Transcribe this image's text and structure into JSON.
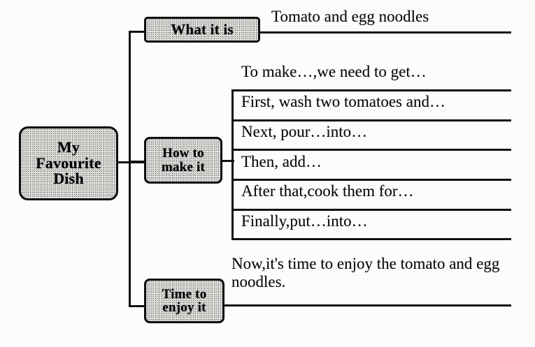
{
  "diagram": {
    "title": "My Favourite Dish",
    "type": "mind-map",
    "root": {
      "label": "My Favourite\nDish",
      "lines": [
        "My",
        "Favourite",
        "Dish"
      ]
    },
    "branches": [
      {
        "id": "what-it-is",
        "node_label": "What it is",
        "node_lines": [
          "What it is"
        ],
        "leaves": [
          "Tomato and egg noodles"
        ]
      },
      {
        "id": "how-to-make-it",
        "node_label": "How to make it",
        "node_lines": [
          "How to",
          "make it"
        ],
        "leaves": [
          "To make…,we need to get…",
          "First, wash two tomatoes and…",
          "Next, pour…into…",
          "Then, add…",
          "After that,cook them for…",
          "Finally,put…into…"
        ]
      },
      {
        "id": "time-to-enjoy-it",
        "node_label": "Time to enjoy it",
        "node_lines": [
          "Time to",
          "enjoy it"
        ],
        "leaves": [
          "Now,it's time to enjoy the tomato and egg noodles."
        ]
      }
    ],
    "colors": {
      "page_background": "#fdfcfb",
      "ink": "#111111",
      "node_fill": "#d8d6d3",
      "node_border": "#0d0d0d"
    }
  }
}
